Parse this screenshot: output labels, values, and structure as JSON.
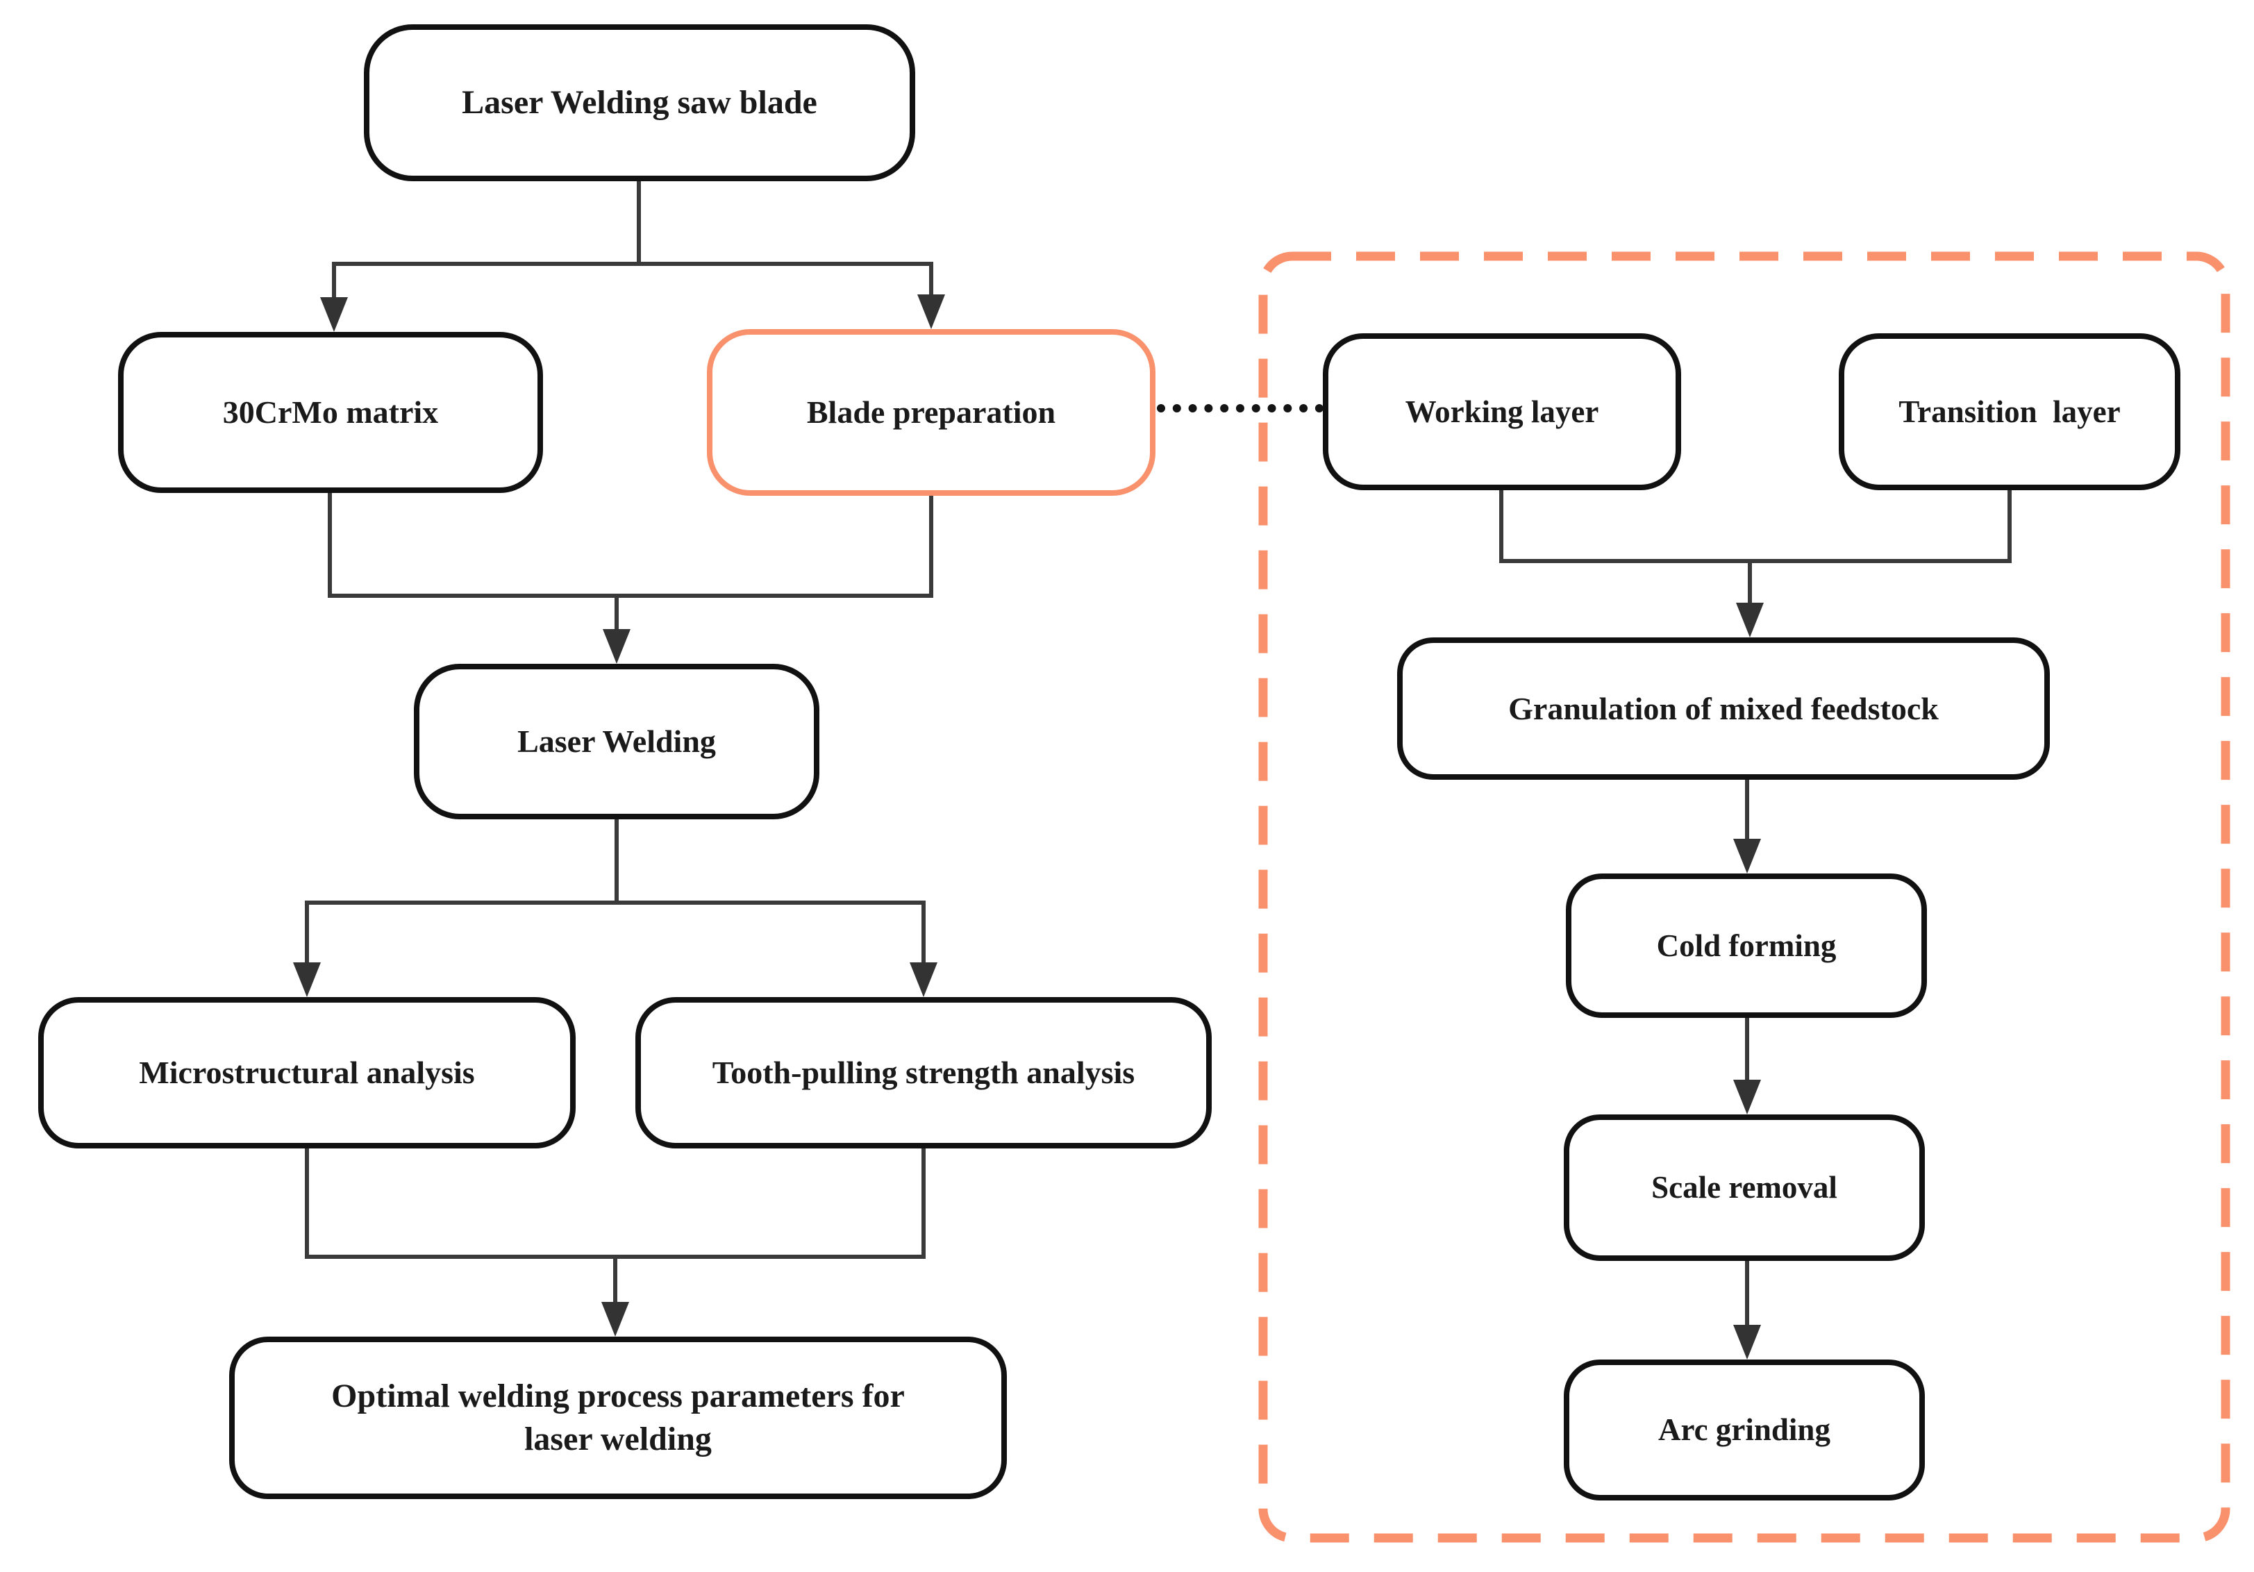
{
  "diagram": {
    "type": "flowchart",
    "background": "#ffffff",
    "colors": {
      "node_border": "#111111",
      "accent_orange": "#f8916c",
      "connector": "#3a3a3a",
      "text": "#1a1a1a"
    },
    "nodes": {
      "laser_welding_saw_blade": {
        "label": "Laser Welding saw blade"
      },
      "matrix_30crmo": {
        "label": "30CrMo matrix"
      },
      "blade_preparation": {
        "label": "Blade preparation",
        "border": "#f8916c"
      },
      "laser_welding": {
        "label": "Laser Welding"
      },
      "microstructural_analysis": {
        "label": "Microstructural analysis"
      },
      "tooth_pulling_strength_analysis": {
        "label": "Tooth-pulling strength analysis"
      },
      "optimal_parameters": {
        "label": "Optimal welding process parameters for\nlaser welding"
      },
      "working_layer": {
        "label": "Working layer"
      },
      "transition_layer": {
        "label": "Transition  layer"
      },
      "granulation": {
        "label": "Granulation of mixed feedstock"
      },
      "cold_forming": {
        "label": "Cold forming"
      },
      "scale_removal": {
        "label": "Scale removal"
      },
      "arc_grinding": {
        "label": "Arc grinding"
      }
    },
    "group": {
      "name": "blade-preparation-detail",
      "style": "dashed",
      "color": "#f8916c",
      "members": [
        "working_layer",
        "transition_layer",
        "granulation",
        "cold_forming",
        "scale_removal",
        "arc_grinding"
      ]
    },
    "edges": [
      {
        "from": "laser_welding_saw_blade",
        "to": "matrix_30crmo",
        "style": "arrow"
      },
      {
        "from": "laser_welding_saw_blade",
        "to": "blade_preparation",
        "style": "arrow"
      },
      {
        "from": "matrix_30crmo",
        "to": "laser_welding",
        "style": "arrow-merged"
      },
      {
        "from": "blade_preparation",
        "to": "laser_welding",
        "style": "arrow-merged"
      },
      {
        "from": "blade_preparation",
        "to": "working_layer",
        "style": "dotted"
      },
      {
        "from": "laser_welding",
        "to": "microstructural_analysis",
        "style": "arrow"
      },
      {
        "from": "laser_welding",
        "to": "tooth_pulling_strength_analysis",
        "style": "arrow"
      },
      {
        "from": "microstructural_analysis",
        "to": "optimal_parameters",
        "style": "arrow-merged"
      },
      {
        "from": "tooth_pulling_strength_analysis",
        "to": "optimal_parameters",
        "style": "arrow-merged"
      },
      {
        "from": "working_layer",
        "to": "granulation",
        "style": "arrow-merged"
      },
      {
        "from": "transition_layer",
        "to": "granulation",
        "style": "arrow-merged"
      },
      {
        "from": "granulation",
        "to": "cold_forming",
        "style": "arrow"
      },
      {
        "from": "cold_forming",
        "to": "scale_removal",
        "style": "arrow"
      },
      {
        "from": "scale_removal",
        "to": "arc_grinding",
        "style": "arrow"
      }
    ]
  }
}
